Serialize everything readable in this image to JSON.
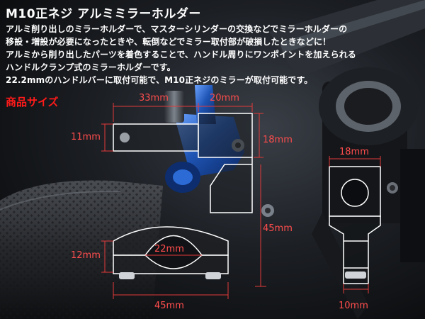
{
  "title": "M10正ネジ アルミミラーホルダー",
  "description": [
    "アルミ削り出しのミラーホルダーで、マスターシリンダーの交換などでミラーホルダーの",
    "移設・増設が必要になったときや、転倒などでミラー取付部が破損したときなどに！",
    "アルミから削り出したパーツを着色することで、ハンドル周りにワンポイントを加えられる",
    "ハンドルクランプ式のミラーホルダーです。",
    "22.2mmのハンドルバーに取付可能で、M10正ネジのミラーが取付可能です。"
  ],
  "size_label": "商品サイズ",
  "dimensions": {
    "top_width": "33mm",
    "top_right_width": "20mm",
    "tab_height": "11mm",
    "right_top_height": "18mm",
    "clamp_height": "12mm",
    "bore": "22mm",
    "total_height": "45mm",
    "bottom_width": "45mm",
    "side_top_width": "18mm",
    "side_bottom_width": "10mm"
  },
  "colors": {
    "title_text": "#ffffff",
    "size_label": "#ff1a1a",
    "dimension_lines": "#e23a3a",
    "part_anodize": "#1f55b5",
    "outline": "#ffffff"
  }
}
